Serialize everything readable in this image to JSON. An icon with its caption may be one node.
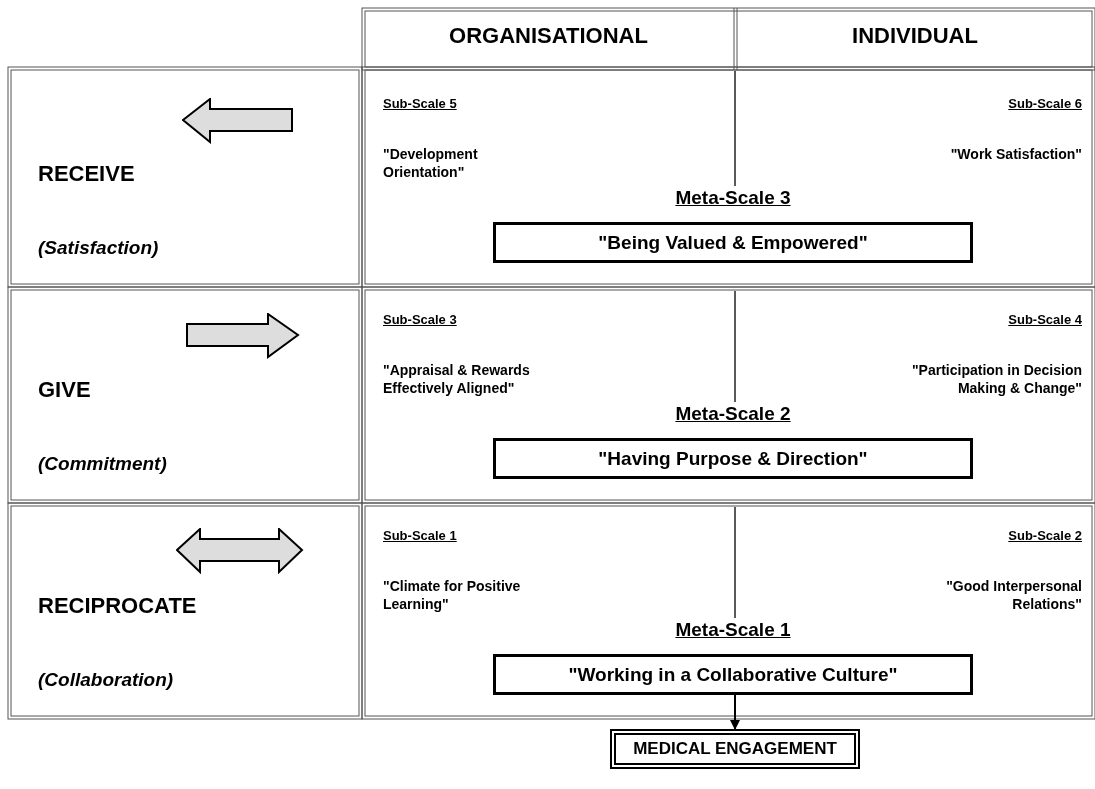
{
  "diagram": {
    "nodes": [
      {
        "text": [
          "Meta-Scale 3",
          "\"Being Valued & Empowered\""
        ]
      },
      {
        "text": [
          "Meta-Scale 2",
          "\"Having Purpose & Direction\""
        ]
      },
      {
        "text": [
          "Meta-Scale 1",
          "\"Working in a Collaborative Culture\""
        ]
      },
      {
        "text": [
          "MEDICAL ENGAGEMENT"
        ]
      }
    ],
    "edges": [
      {
        "from": 2,
        "to": 3,
        "arrow": "to"
      }
    ],
    "labels": [
      "ORGANISATIONAL",
      "INDIVIDUAL",
      "RECEIVE",
      "(Satisfaction)",
      "Sub-Scale 5",
      "\"Development Orientation\"",
      "Sub-Scale 6",
      "\"Work Satisfaction\"",
      "GIVE",
      "(Commitment)",
      "Sub-Scale 3",
      "\"Appraisal & Rewards Effectively Aligned\"",
      "Sub-Scale 4",
      "\"Participation in Decision Making & Change\"",
      "RECIPROCATE",
      "(Collaboration)",
      "Sub-Scale 1",
      "\"Climate for Positive Learning\"",
      "Sub-Scale 2",
      "\"Good Interpersonal Relations\""
    ]
  }
}
